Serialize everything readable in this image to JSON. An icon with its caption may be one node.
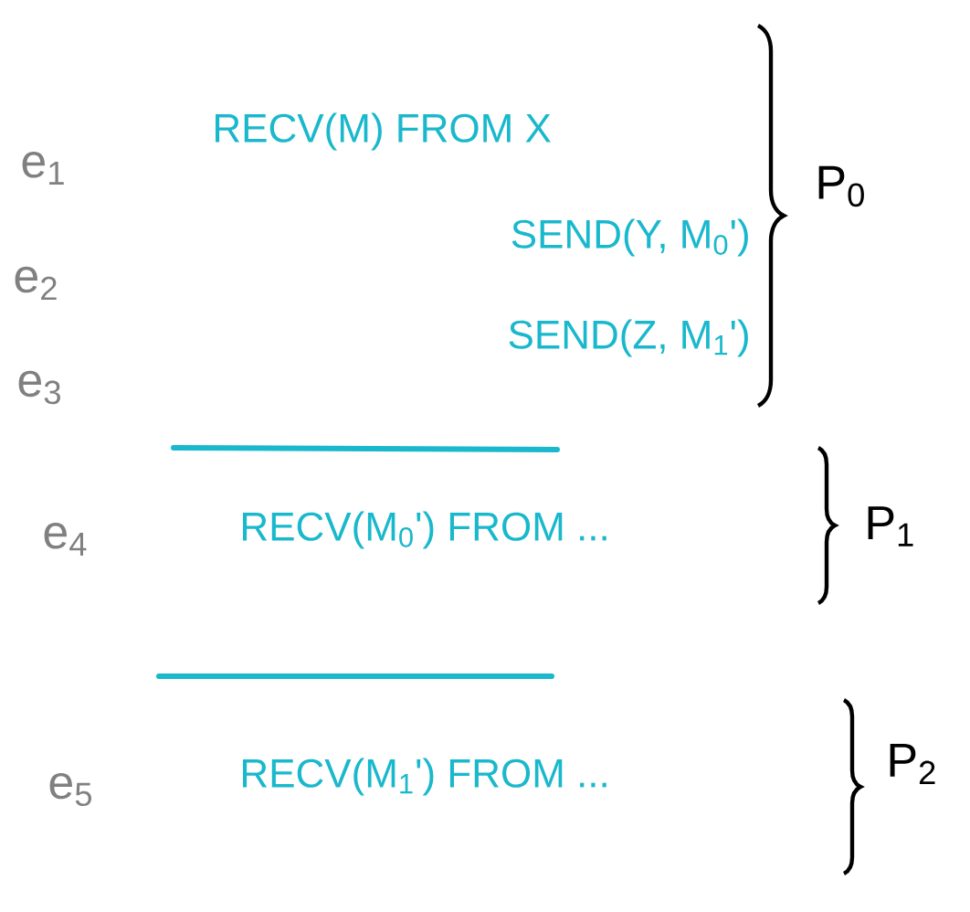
{
  "diagram": {
    "labels": [
      "RECV(M) FROM X",
      "e$_{1}$",
      "P$_{0}$",
      "SEND(Y, M$_{0}$')",
      "e$_{2}$",
      "SEND(Z, M$_{1}$')",
      "e$_{3}$",
      "RECV(M$_{0}$') FROM ...",
      "P$_{1}$",
      "e$_{4}$",
      "RECV(M$_{1}$') FROM ...",
      "P$_{2}$",
      "e$_{5}$"
    ]
  }
}
